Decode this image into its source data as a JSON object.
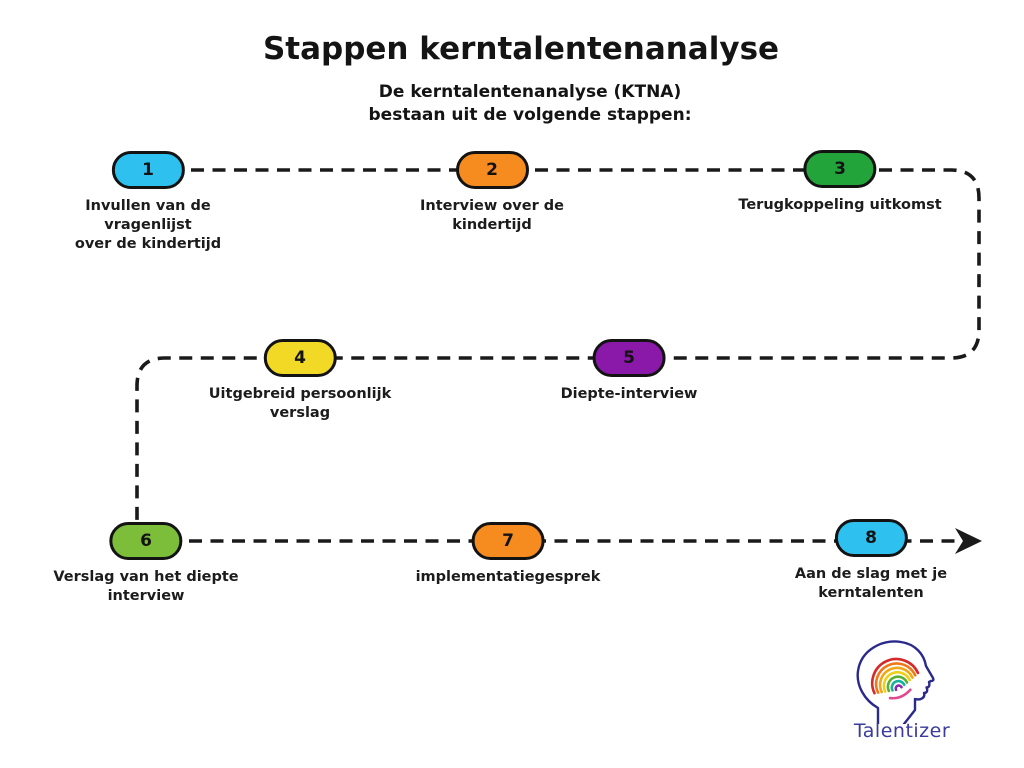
{
  "title": "Stappen kerntalentenanalyse",
  "subtitle": "De kerntalentenanalyse (KTNA)\nbestaan uit de volgende stappen:",
  "steps": [
    {
      "number": "1",
      "label": "Invullen van de\nvragenlijst\nover de kindertijd",
      "color": "#2ec0ef"
    },
    {
      "number": "2",
      "label": "Interview over de\nkindertijd",
      "color": "#f68b1f"
    },
    {
      "number": "3",
      "label": "Terugkoppeling uitkomst",
      "color": "#22a43b"
    },
    {
      "number": "4",
      "label": "Uitgebreid persoonlijk\nverslag",
      "color": "#f2d926"
    },
    {
      "number": "5",
      "label": "Diepte-interview",
      "color": "#8a18a8"
    },
    {
      "number": "6",
      "label": "Verslag van het diepte\ninterview",
      "color": "#7cbe3a"
    },
    {
      "number": "7",
      "label": "implementatiegesprek",
      "color": "#f68b1f"
    },
    {
      "number": "8",
      "label": "Aan de slag met je\nkerntalenten",
      "color": "#2ec0ef"
    }
  ],
  "connector": {
    "color": "#1a1a1a",
    "style": "dashed"
  },
  "logo": {
    "text": "Talentizer",
    "text_color": "#3a3aa0",
    "outline_color": "#2a2a8c",
    "fingerprint_colors": [
      "#d42a2a",
      "#f07818",
      "#f0a818",
      "#efd018",
      "#58b030",
      "#18b0a0",
      "#8a28b0",
      "#e04890"
    ]
  }
}
